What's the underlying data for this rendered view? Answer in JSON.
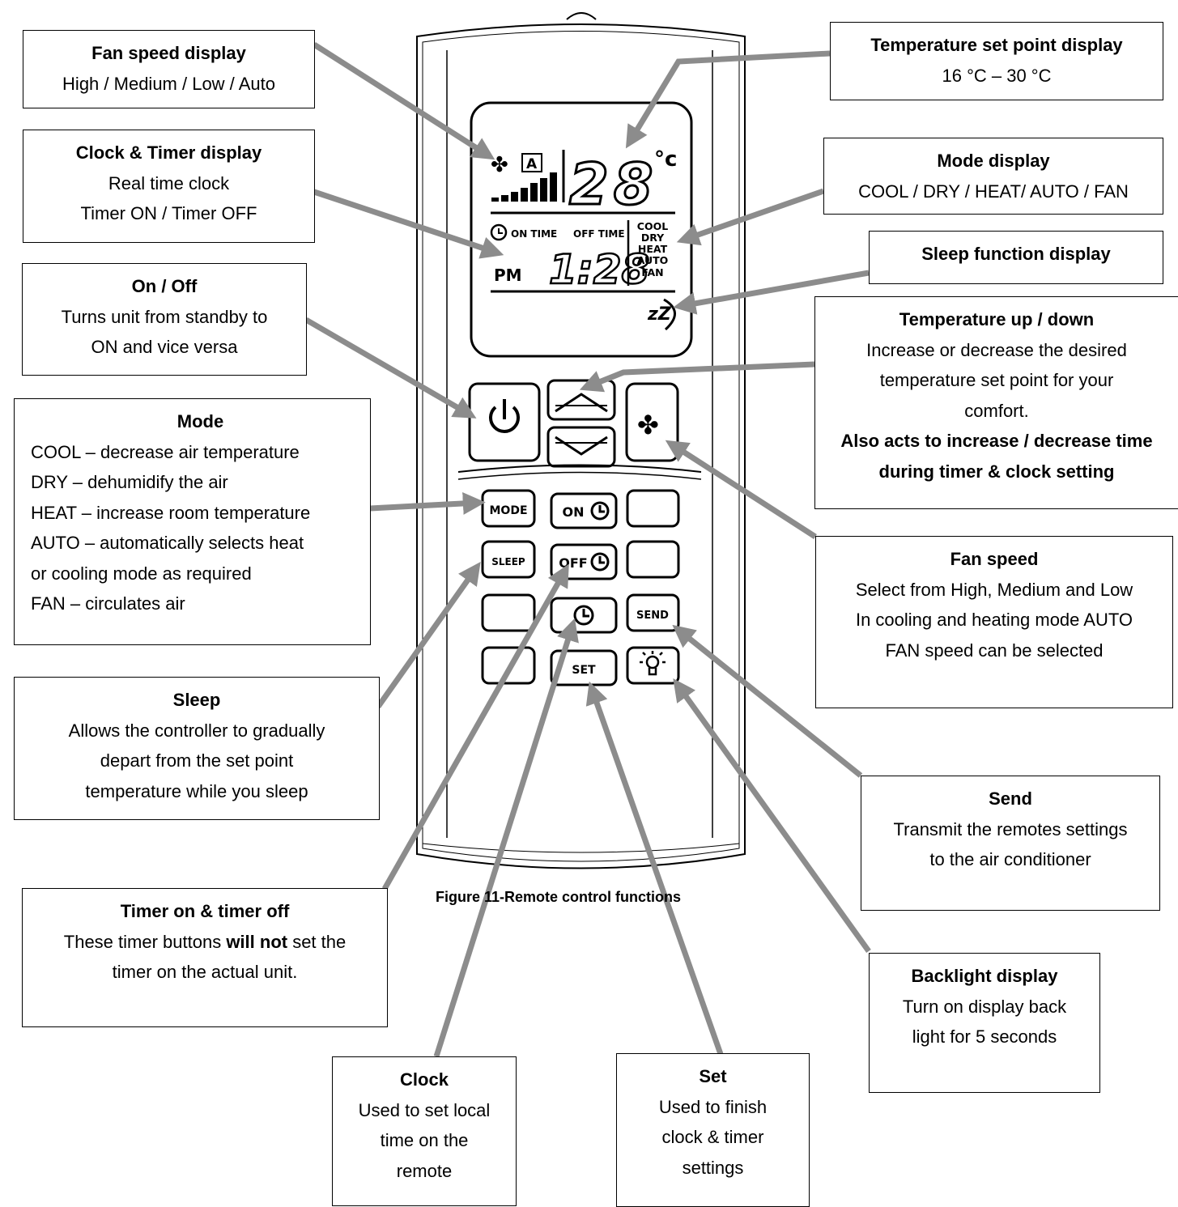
{
  "figure": {
    "caption": "Figure 11-Remote control functions"
  },
  "remote": {
    "display": {
      "temperature": "28",
      "unit": "°c",
      "clock": "1:28",
      "meridiem": "PM",
      "on_time": "ON TIME",
      "off_time": "OFF TIME",
      "fan_auto": "A",
      "modes": [
        "COOL",
        "DRY",
        "HEAT",
        "AUTO",
        "FAN"
      ],
      "sleep_symbol": "zZ"
    },
    "buttons": {
      "mode": "MODE",
      "on_timer": "ON",
      "off_timer": "OFF",
      "sleep": "SLEEP",
      "send": "SEND",
      "set": "SET"
    }
  },
  "callouts": {
    "fan_speed_display": {
      "title": "Fan speed display",
      "lines": [
        "High / Medium / Low / Auto"
      ]
    },
    "clock_timer_display": {
      "title": "Clock & Timer display",
      "lines": [
        "Real time clock",
        "Timer ON / Timer OFF"
      ]
    },
    "on_off": {
      "title": "On / Off",
      "lines": [
        "Turns unit from standby to",
        "ON and vice versa"
      ]
    },
    "mode": {
      "title": "Mode",
      "lines": [
        "COOL – decrease air temperature",
        "DRY – dehumidify the air",
        "HEAT – increase room temperature",
        "AUTO – automatically selects heat",
        "or cooling mode as required",
        "FAN – circulates air"
      ]
    },
    "sleep": {
      "title": "Sleep",
      "lines": [
        "Allows the controller to gradually",
        "depart from the set point",
        "temperature while you sleep"
      ]
    },
    "timer": {
      "title": "Timer on & timer off",
      "line1_pre": "These timer buttons ",
      "line1_bold": "will not",
      "line1_post": " set the",
      "line2": "timer on the actual unit."
    },
    "clock": {
      "title": "Clock",
      "lines": [
        "Used to set local",
        "time on the",
        "remote"
      ]
    },
    "set": {
      "title": "Set",
      "lines": [
        "Used to finish",
        "clock & timer",
        "settings"
      ]
    },
    "temp_set_point": {
      "title": "Temperature set point display",
      "lines": [
        "16 °C – 30 °C"
      ]
    },
    "mode_display": {
      "title": "Mode display",
      "lines": [
        "COOL / DRY / HEAT/ AUTO / FAN"
      ]
    },
    "sleep_display": {
      "title": "Sleep function display"
    },
    "temp_up_down": {
      "title": "Temperature up / down",
      "lines": [
        "Increase or decrease the desired",
        "temperature set point for your",
        "comfort."
      ],
      "bold_lines": [
        "Also acts to increase / decrease time",
        "during timer & clock setting"
      ]
    },
    "fan_speed": {
      "title": "Fan speed",
      "lines": [
        "Select from High, Medium and Low",
        "In cooling and heating mode AUTO",
        "FAN speed can be selected"
      ]
    },
    "send": {
      "title": "Send",
      "lines": [
        "Transmit the remotes settings",
        "to the air conditioner"
      ]
    },
    "backlight": {
      "title": "Backlight display",
      "lines": [
        "Turn on display back",
        "light for 5 seconds"
      ]
    }
  },
  "colors": {
    "arrow": "#8c8c8c",
    "outline": "#000000",
    "background": "#ffffff"
  }
}
